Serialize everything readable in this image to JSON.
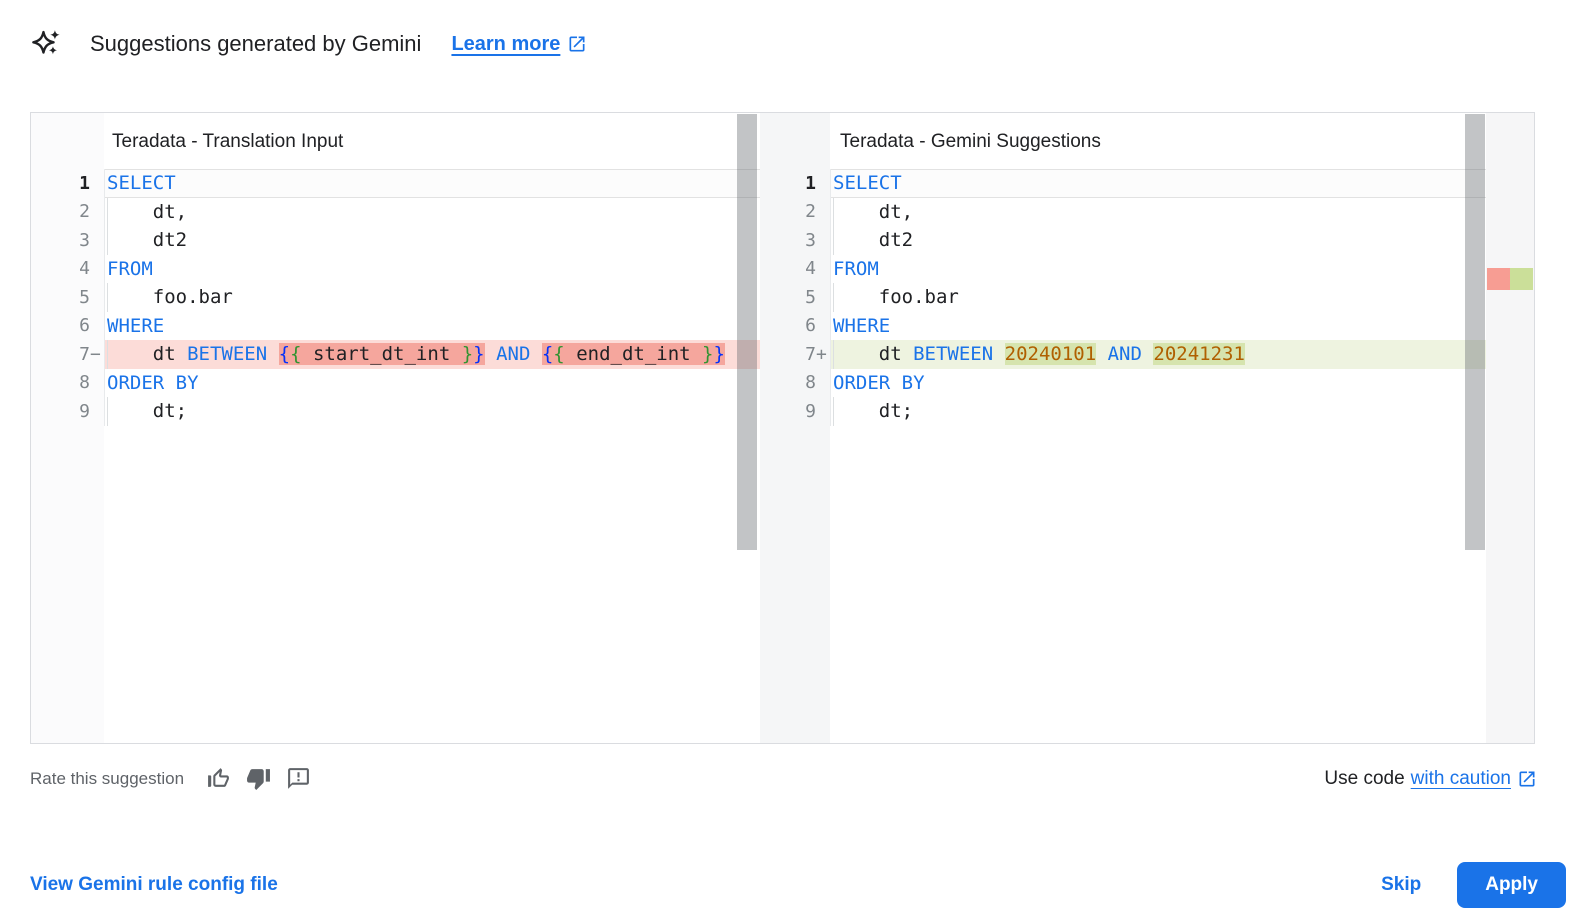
{
  "header": {
    "title": "Suggestions generated by Gemini",
    "learn_more_label": "Learn more"
  },
  "editors": [
    {
      "title": "Teradata - Translation Input",
      "lines": [
        {
          "num": "1",
          "sign": "",
          "current": true,
          "tokens": [
            {
              "t": "SELECT",
              "c": "kw"
            }
          ]
        },
        {
          "num": "2",
          "sign": "",
          "guide": true,
          "tokens": [
            {
              "t": "    dt,",
              "c": "plain"
            }
          ]
        },
        {
          "num": "3",
          "sign": "",
          "guide": true,
          "tokens": [
            {
              "t": "    dt2",
              "c": "plain"
            }
          ]
        },
        {
          "num": "4",
          "sign": "",
          "tokens": [
            {
              "t": "FROM",
              "c": "kw"
            }
          ]
        },
        {
          "num": "5",
          "sign": "",
          "guide": true,
          "tokens": [
            {
              "t": "    foo.bar",
              "c": "plain"
            }
          ]
        },
        {
          "num": "6",
          "sign": "",
          "tokens": [
            {
              "t": "WHERE",
              "c": "kw"
            }
          ]
        },
        {
          "num": "7",
          "sign": "−",
          "row": "removed",
          "guide": true,
          "tokens": [
            {
              "t": "    ",
              "c": "plain"
            },
            {
              "t": "dt",
              "c": "plain"
            },
            {
              "t": " ",
              "c": "plain"
            },
            {
              "t": "BETWEEN",
              "c": "kw"
            },
            {
              "t": " ",
              "c": "plain"
            },
            {
              "t": "{",
              "c": "br1",
              "w": true
            },
            {
              "t": "{",
              "c": "br2",
              "w": true
            },
            {
              "t": " start_dt_int ",
              "c": "plain",
              "w": true
            },
            {
              "t": "}",
              "c": "br2",
              "w": true
            },
            {
              "t": "}",
              "c": "br1",
              "w": true
            },
            {
              "t": " ",
              "c": "plain"
            },
            {
              "t": "AND",
              "c": "kw"
            },
            {
              "t": " ",
              "c": "plain"
            },
            {
              "t": "{",
              "c": "br1",
              "w": true
            },
            {
              "t": "{",
              "c": "br2",
              "w": true
            },
            {
              "t": " end_dt_int ",
              "c": "plain",
              "w": true
            },
            {
              "t": "}",
              "c": "br2",
              "w": true
            },
            {
              "t": "}",
              "c": "br1",
              "w": true
            }
          ]
        },
        {
          "num": "8",
          "sign": "",
          "tokens": [
            {
              "t": "ORDER BY",
              "c": "kw"
            }
          ]
        },
        {
          "num": "9",
          "sign": "",
          "guide": true,
          "tokens": [
            {
              "t": "    dt;",
              "c": "plain"
            }
          ]
        }
      ]
    },
    {
      "title": "Teradata - Gemini Suggestions",
      "lines": [
        {
          "num": "1",
          "sign": "",
          "current": true,
          "tokens": [
            {
              "t": "SELECT",
              "c": "kw"
            }
          ]
        },
        {
          "num": "2",
          "sign": "",
          "guide": true,
          "tokens": [
            {
              "t": "    dt,",
              "c": "plain"
            }
          ]
        },
        {
          "num": "3",
          "sign": "",
          "guide": true,
          "tokens": [
            {
              "t": "    dt2",
              "c": "plain"
            }
          ]
        },
        {
          "num": "4",
          "sign": "",
          "tokens": [
            {
              "t": "FROM",
              "c": "kw"
            }
          ]
        },
        {
          "num": "5",
          "sign": "",
          "guide": true,
          "tokens": [
            {
              "t": "    foo.bar",
              "c": "plain"
            }
          ]
        },
        {
          "num": "6",
          "sign": "",
          "tokens": [
            {
              "t": "WHERE",
              "c": "kw"
            }
          ]
        },
        {
          "num": "7",
          "sign": "+",
          "row": "added",
          "guide": true,
          "tokens": [
            {
              "t": "    ",
              "c": "plain"
            },
            {
              "t": "dt",
              "c": "plain"
            },
            {
              "t": " ",
              "c": "plain"
            },
            {
              "t": "BETWEEN",
              "c": "kw"
            },
            {
              "t": " ",
              "c": "plain"
            },
            {
              "t": "20240101",
              "c": "num",
              "w": true
            },
            {
              "t": " ",
              "c": "plain"
            },
            {
              "t": "AND",
              "c": "kw"
            },
            {
              "t": " ",
              "c": "plain"
            },
            {
              "t": "20241231",
              "c": "num",
              "w": true
            }
          ]
        },
        {
          "num": "8",
          "sign": "",
          "tokens": [
            {
              "t": "ORDER BY",
              "c": "kw"
            }
          ]
        },
        {
          "num": "9",
          "sign": "",
          "guide": true,
          "tokens": [
            {
              "t": "    dt;",
              "c": "plain"
            }
          ]
        }
      ]
    }
  ],
  "footer": {
    "rate_label": "Rate this suggestion",
    "use_code_plain": "Use code",
    "use_code_link": "with caution"
  },
  "actions": {
    "view_config_label": "View Gemini rule config file",
    "skip_label": "Skip",
    "apply_label": "Apply"
  },
  "icons": {
    "sparkle": "gemini-sparkle-icon",
    "external_link": "external-link-icon",
    "thumb_up": "thumb-up-icon",
    "thumb_down": "thumb-down-icon",
    "feedback": "feedback-icon"
  },
  "colors": {
    "accent_blue": "#1a73e8",
    "keyword": "#1a73e8",
    "number_literal": "#b06000",
    "bracket_level1": "#0431fa",
    "bracket_level2": "#319331",
    "removed_line_bg": "#fcdcd8",
    "removed_word_bg": "#f5a69d",
    "added_line_bg": "#eef3e0",
    "added_word_bg": "#d6e4ae",
    "ruler_removed_marker": "#f79d93",
    "ruler_added_marker": "#cbdf99",
    "muted_text": "#5f6368",
    "border": "#dadce0"
  }
}
